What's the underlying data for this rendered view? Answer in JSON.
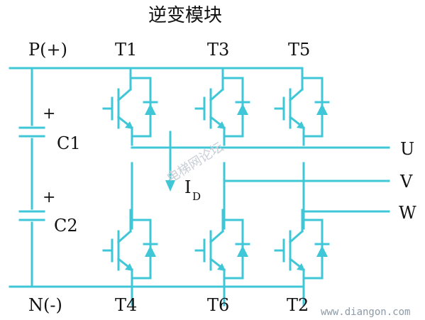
{
  "title": "逆变模块",
  "labels": {
    "p_plus": "P(+)",
    "n_minus": "N(-)",
    "t1": "T1",
    "t3": "T3",
    "t5": "T5",
    "t4": "T4",
    "t6": "T6",
    "t2": "T2",
    "c1": "C1",
    "c2": "C2",
    "plus1": "+",
    "plus2": "+",
    "u": "U",
    "v": "V",
    "w": "W",
    "id_main": "I",
    "id_sub": "D"
  },
  "watermark": {
    "text": "电梯网论坛",
    "url": "www.diangon.com"
  },
  "colors": {
    "wire": "#3fc7d8",
    "text": "#111111",
    "watermark": "#c9cfd6"
  }
}
